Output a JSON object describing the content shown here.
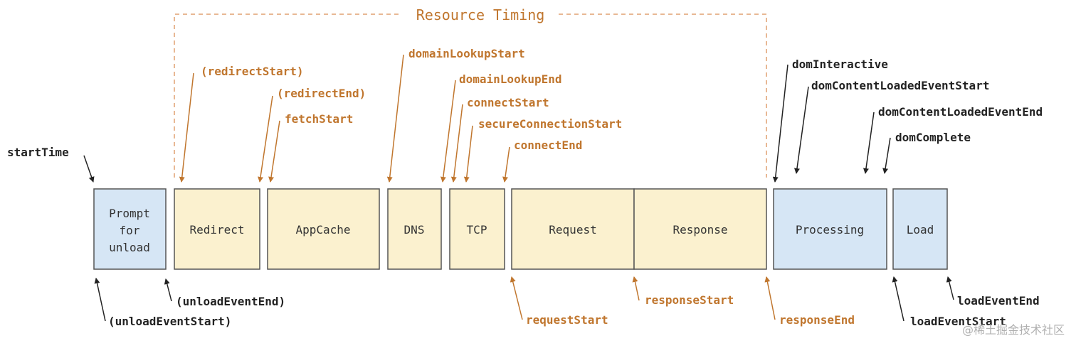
{
  "title": "Resource Timing",
  "watermark": "@稀土掘金技术社区",
  "colors": {
    "blue_fill": "#d6e6f5",
    "yellow_fill": "#fbf1cf",
    "box_stroke": "#555555",
    "orange": "#c0762e",
    "dark": "#222222"
  },
  "phases": {
    "prompt": "Prompt for unload",
    "redirect": "Redirect",
    "appcache": "AppCache",
    "dns": "DNS",
    "tcp": "TCP",
    "request": "Request",
    "response": "Response",
    "processing": "Processing",
    "load": "Load"
  },
  "prompt_lines": [
    "Prompt",
    "for",
    "unload"
  ],
  "events": {
    "startTime": "startTime",
    "unloadEventStart": "(unloadEventStart)",
    "unloadEventEnd": "(unloadEventEnd)",
    "redirectStart": "(redirectStart)",
    "redirectEnd": "(redirectEnd)",
    "fetchStart": "fetchStart",
    "domainLookupStart": "domainLookupStart",
    "domainLookupEnd": "domainLookupEnd",
    "connectStart": "connectStart",
    "secureConnectionStart": "secureConnectionStart",
    "connectEnd": "connectEnd",
    "requestStart": "requestStart",
    "responseStart": "responseStart",
    "responseEnd": "responseEnd",
    "domInteractive": "domInteractive",
    "domContentLoadedEventStart": "domContentLoadedEventStart",
    "domContentLoadedEventEnd": "domContentLoadedEventEnd",
    "domComplete": "domComplete",
    "loadEventStart": "loadEventStart",
    "loadEventEnd": "loadEventEnd"
  }
}
